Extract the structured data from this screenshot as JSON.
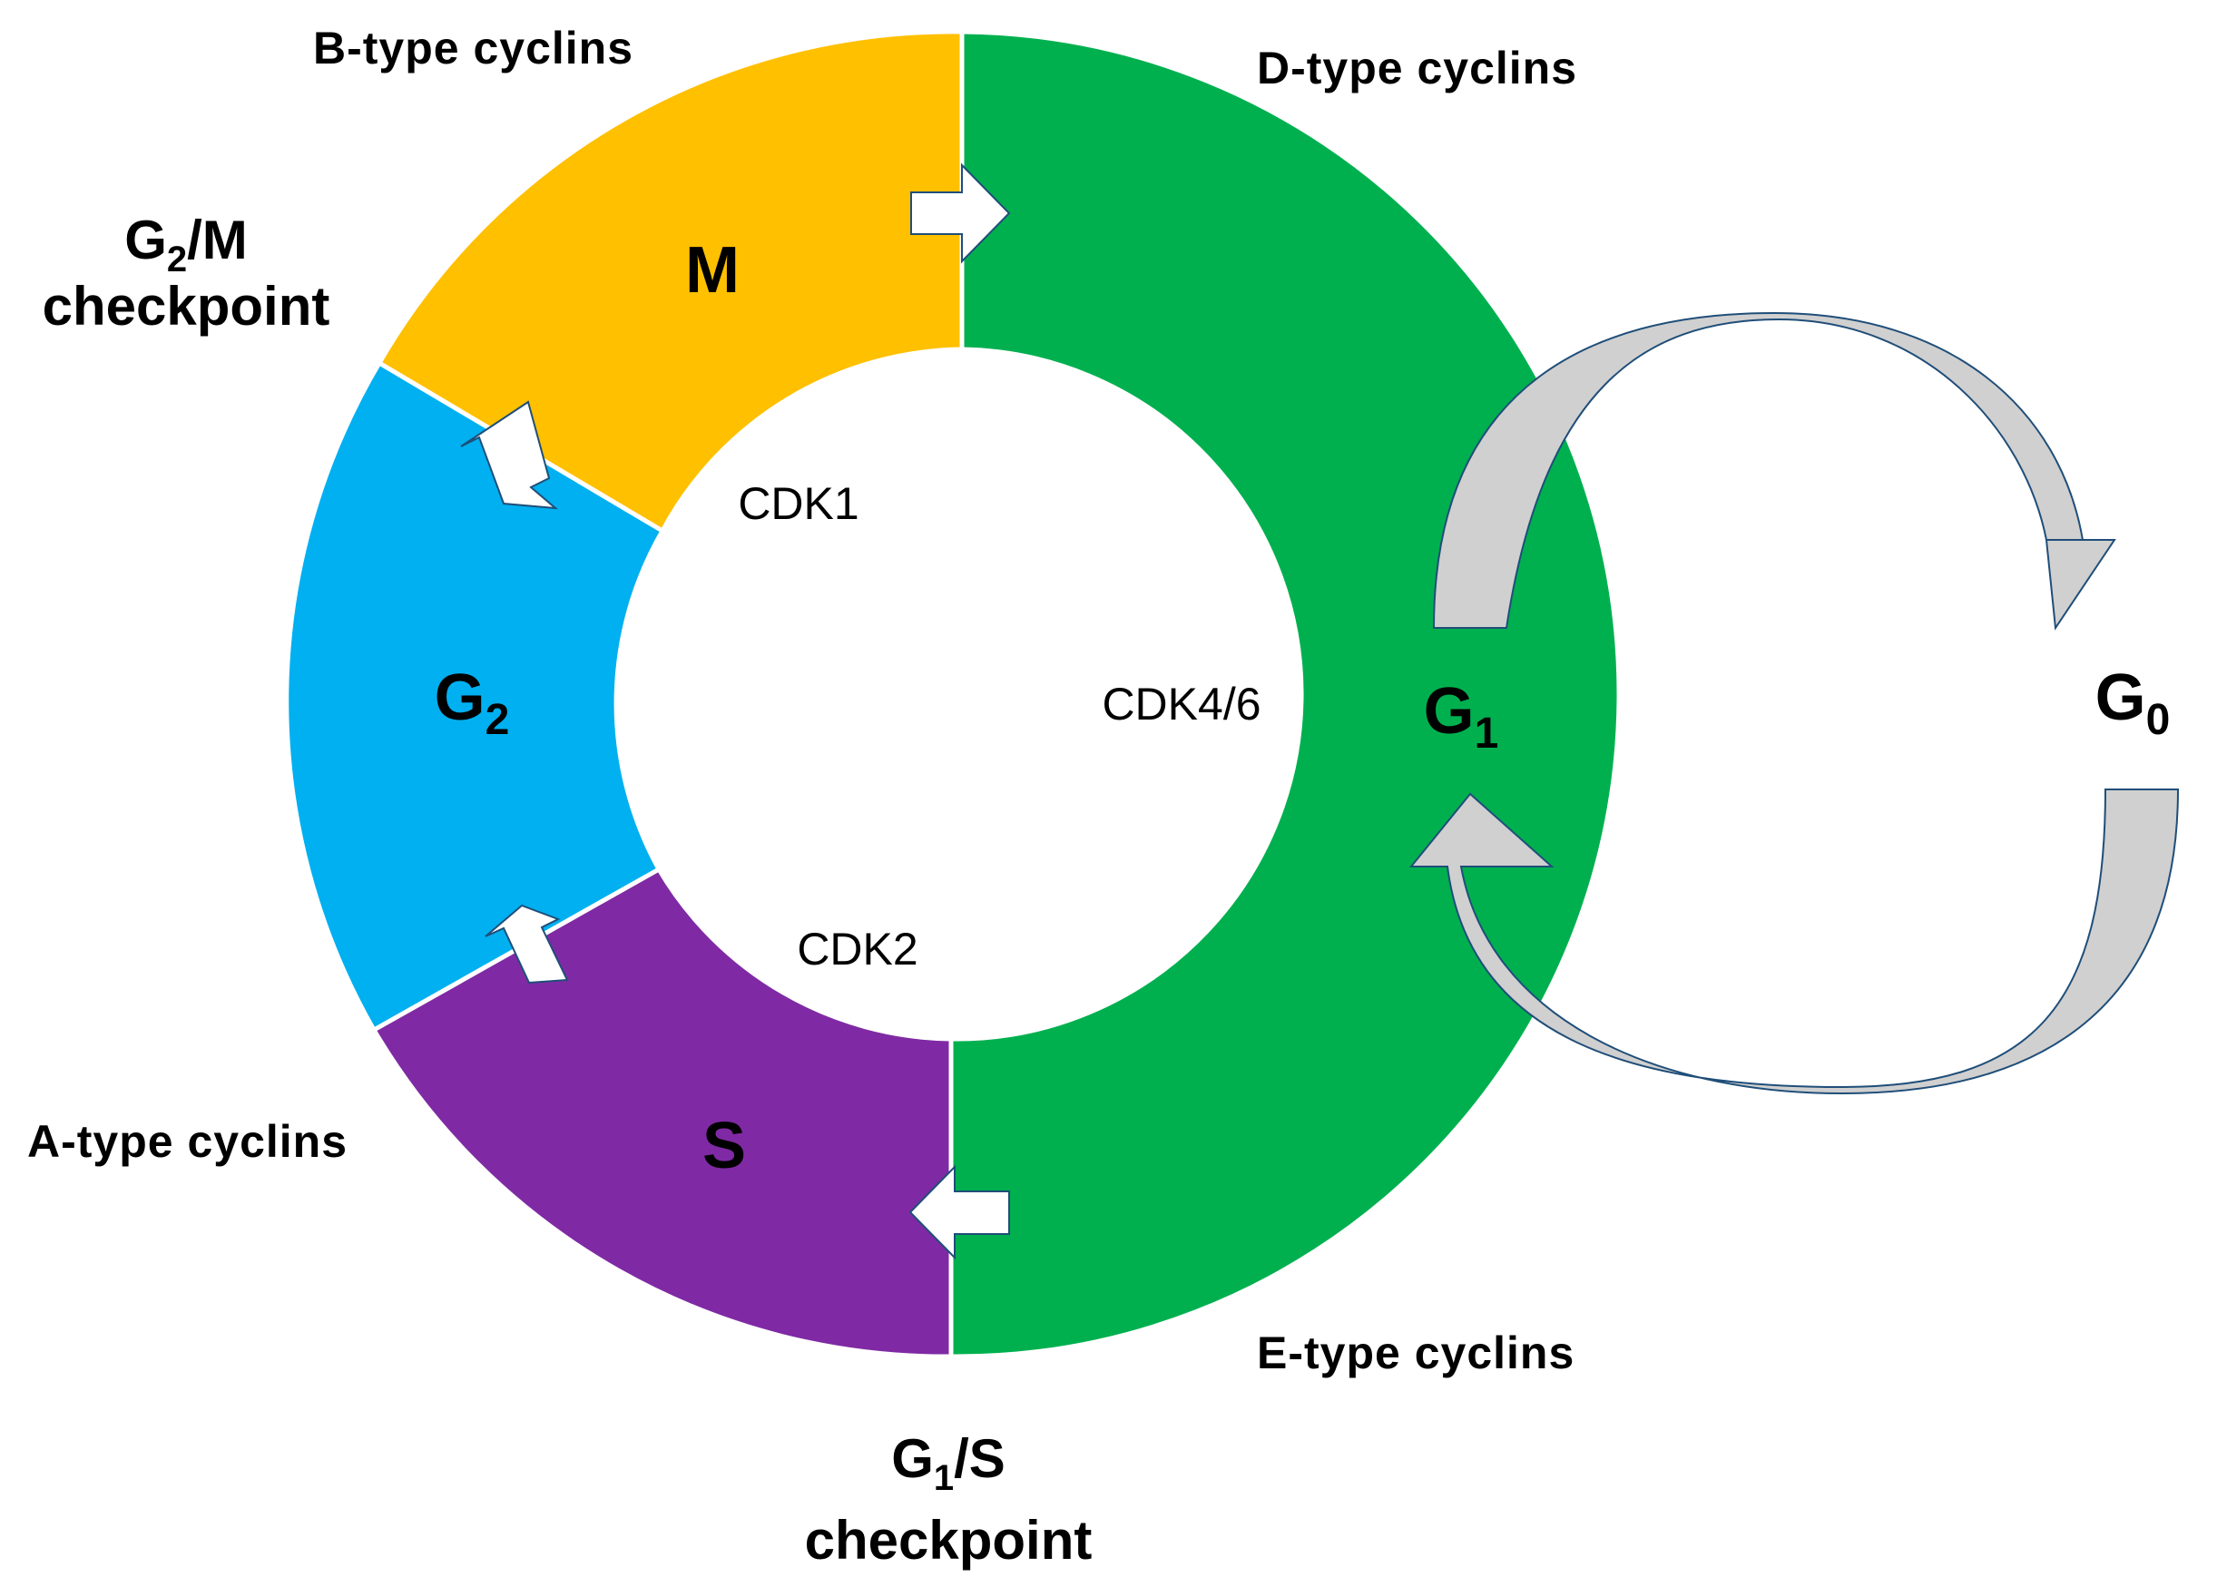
{
  "phases": {
    "m": {
      "label": "M",
      "color": "#FFC000"
    },
    "g2": {
      "label": "G",
      "sub": "2",
      "color": "#00B0F0"
    },
    "s": {
      "label": "S",
      "color": "#7F2AA4"
    },
    "g1": {
      "label": "G",
      "sub": "1",
      "color": "#00B04F"
    },
    "g0": {
      "label": "G",
      "sub": "0"
    }
  },
  "cdks": {
    "cdk1": "CDK1",
    "cdk2": "CDK2",
    "cdk46": "CDK4/6"
  },
  "cyclins": {
    "b": "B-type  cyclins",
    "d": "D-type  cyclins",
    "a": "A-type  cyclins",
    "e": "E-type  cyclins"
  },
  "checkpoints": {
    "g2m": {
      "prefix": "G",
      "sub": "2",
      "suffix": "/M",
      "line2": "checkpoint"
    },
    "g1s": {
      "prefix": "G",
      "sub": "1",
      "suffix": "/S",
      "line2": "checkpoint"
    }
  },
  "colors": {
    "loop_fill": "#D0D0D0",
    "loop_stroke": "#1F4E79",
    "arrow_fill": "#FFFFFF",
    "arrow_stroke": "#1F4E79"
  }
}
